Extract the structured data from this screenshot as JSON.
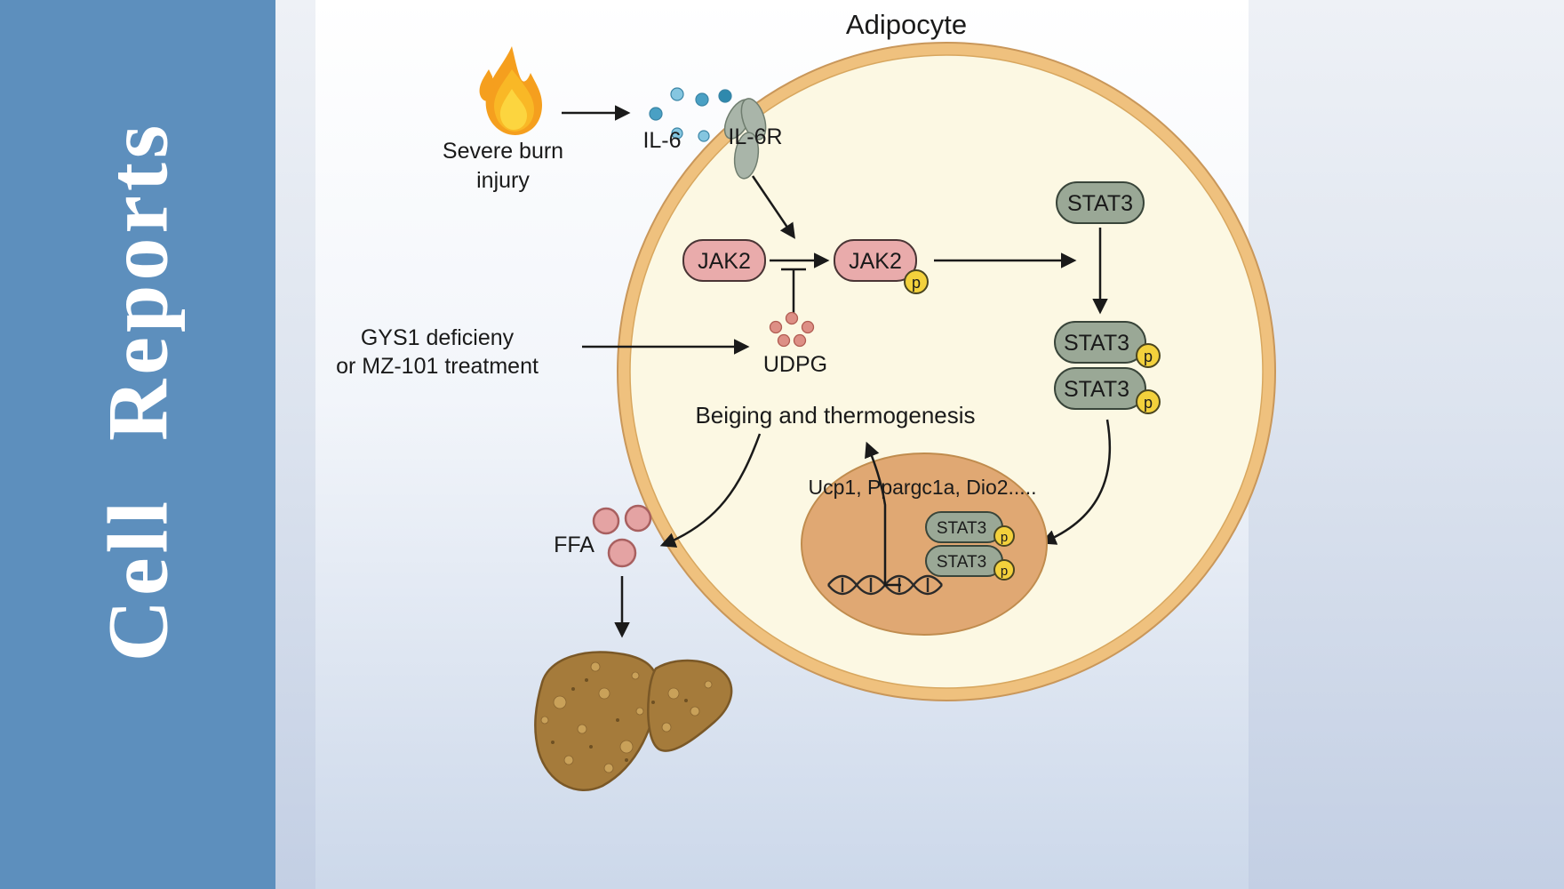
{
  "journal": {
    "name": "Cell Reports"
  },
  "labels": {
    "adipocyte": "Adipocyte",
    "severe_burn_line1": "Severe burn",
    "severe_burn_line2": "injury",
    "il6": "IL-6",
    "il6r": "IL-6R",
    "jak2": "JAK2",
    "stat3": "STAT3",
    "p": "p",
    "udpg": "UDPG",
    "gys1_line1": "GYS1 deficieny",
    "gys1_line2": "or MZ-101 treatment",
    "beiging": "Beiging and thermogenesis",
    "genes": "Ucp1, Ppargc1a, Dio2.....",
    "ffa": "FFA"
  },
  "colors": {
    "sidebar_blue": "#5d8fbd",
    "cell_fill": "#fcf8e3",
    "cell_border": "#efc17e",
    "jak2_fill": "#e9abab",
    "stat3_fill": "#9aa896",
    "phospho_yellow": "#f3d13c",
    "nucleus_fill": "#e0a873",
    "il6_dot_blue": "#7fc3de",
    "udpg_dot_salmon": "#dd8f85",
    "ffa_pink": "#e4a3a3",
    "liver_brown": "#a57b3b",
    "flame_orange": "#f59f1e"
  }
}
